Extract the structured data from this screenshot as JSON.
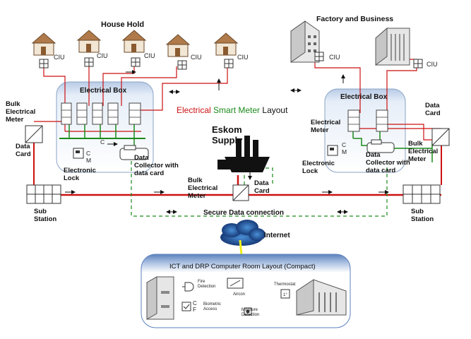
{
  "title": {
    "part1": "Electrical",
    "part2": "Smart Meter",
    "part3": "Layout",
    "color1": "#cc1111",
    "color2": "#1a8a1a",
    "color3": "#111111"
  },
  "household": {
    "title": "House Hold",
    "ciu": [
      "CIU",
      "CIU",
      "CIU",
      "CIU",
      "CIU"
    ]
  },
  "factory": {
    "title": "Factory and Business",
    "ciu": [
      "CIU",
      "CIU"
    ]
  },
  "left_box": {
    "title": "Electrical Box",
    "bulk_meter": "Bulk\nElectrical\nMeter",
    "data_card": "Data\nCard",
    "lock_cm": "C\nM",
    "lock_label": "Electronic\nLock",
    "collector": "Data\nCollector with\ndata card"
  },
  "right_box": {
    "title": "Electrical Box",
    "electrical_meter": "Electrical\nMeter",
    "data_card": "Data\nCard",
    "bulk_meter": "Bulk\nElectrical\nMeter",
    "lock_cm": "C\nM",
    "lock_label": "Electronic\nLock",
    "collector": "Data\nCollector with\ndata card"
  },
  "eskom": {
    "title": "Eskom\nSupply",
    "bulk_meter": "Bulk\nElectrical\nMeter",
    "data_card": "Data\nCard"
  },
  "substations": [
    "Sub\nStation",
    "Sub\nStation"
  ],
  "secure_connection": "Secure Data connection",
  "internet": "Internet",
  "room": {
    "title": "ICT and DRP Computer Room Layout (Compact)",
    "fire": "Fire\nDetection",
    "aircon": "Aircon",
    "thermostat": "Thermostat",
    "thermo_value": "1°",
    "bio_cf": "C\nF",
    "biometric": "Biometric\nAccess",
    "moisture": "Moisture\nDetection"
  },
  "colors": {
    "power_line": "#cc1111",
    "data_line": "#1a8a1a",
    "box_fill": "#dce6f2",
    "box_stroke": "#7a96c0",
    "fiber": "#f2ee1a"
  }
}
